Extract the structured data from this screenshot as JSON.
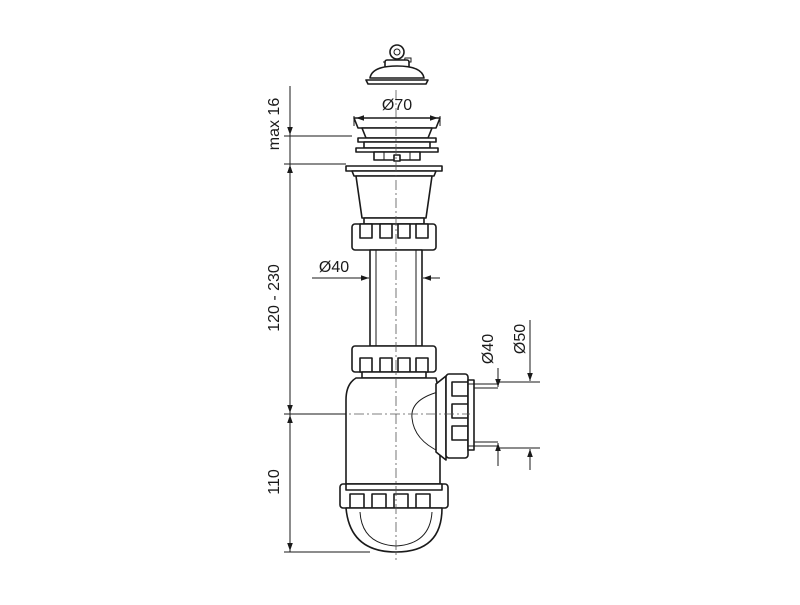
{
  "drawing": {
    "dimensions": {
      "flange_gap": "max 16",
      "tube_length": "120 - 230",
      "bottle_height": "110",
      "flange_diameter": "Ø70",
      "tube_diameter": "Ø40",
      "outlet_inner_diameter": "Ø40",
      "outlet_outer_diameter": "Ø50"
    }
  }
}
